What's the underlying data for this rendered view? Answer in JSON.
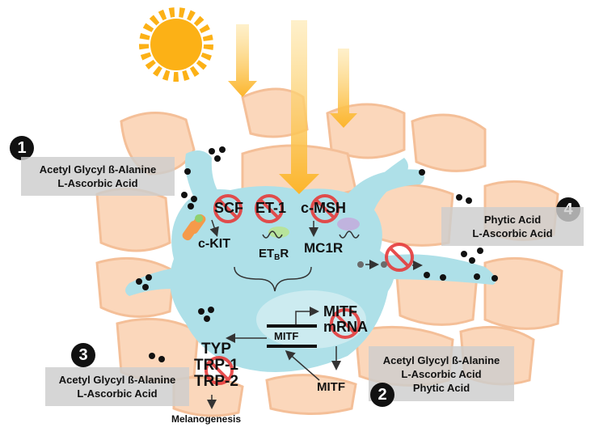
{
  "colors": {
    "cell_fill": "#fbd7bb",
    "cell_stroke": "#f4bf98",
    "melanocyte": "#aee0e8",
    "nucleus": "#ccebf0",
    "sun": "#fcb116",
    "arrow": "#fcb52b",
    "inhibit": "#e63b3b",
    "label_box": "#cccccc",
    "melanin_dot": "#111111"
  },
  "icons": [
    "sun-icon",
    "uv-arrow-icon",
    "inhibit-icon",
    "receptor-icon",
    "melanin-granule-icon"
  ],
  "factors": {
    "scf": "SCF",
    "et1": "ET-1",
    "cmsh": "c-MSH"
  },
  "receptors": {
    "ckit": "c-KIT",
    "etbr_main": "ET",
    "etbr_sub": "B",
    "etbr_end": "R",
    "mc1r": "MC1R"
  },
  "nucleus": {
    "mitf_gene": "MITF",
    "mitf_mrna_line1": "MITF",
    "mitf_mrna_line2": "mRNA",
    "mitf_protein": "MITF"
  },
  "enzymes": {
    "typ": "TYP",
    "trp1": "TRP-1",
    "trp2": "TRP-2",
    "melanogenesis": "Melanogenesis"
  },
  "annotations": [
    {
      "number": "1",
      "lines": [
        "Acetyl Glycyl ß-Alanine",
        "L-Ascorbic Acid"
      ]
    },
    {
      "number": "2",
      "lines": [
        "Acetyl Glycyl ß-Alanine",
        "L-Ascorbic Acid",
        "Phytic Acid"
      ]
    },
    {
      "number": "3",
      "lines": [
        "Acetyl Glycyl ß-Alanine",
        "L-Ascorbic Acid"
      ]
    },
    {
      "number": "4",
      "lines": [
        "Phytic Acid",
        "L-Ascorbic Acid"
      ]
    }
  ]
}
